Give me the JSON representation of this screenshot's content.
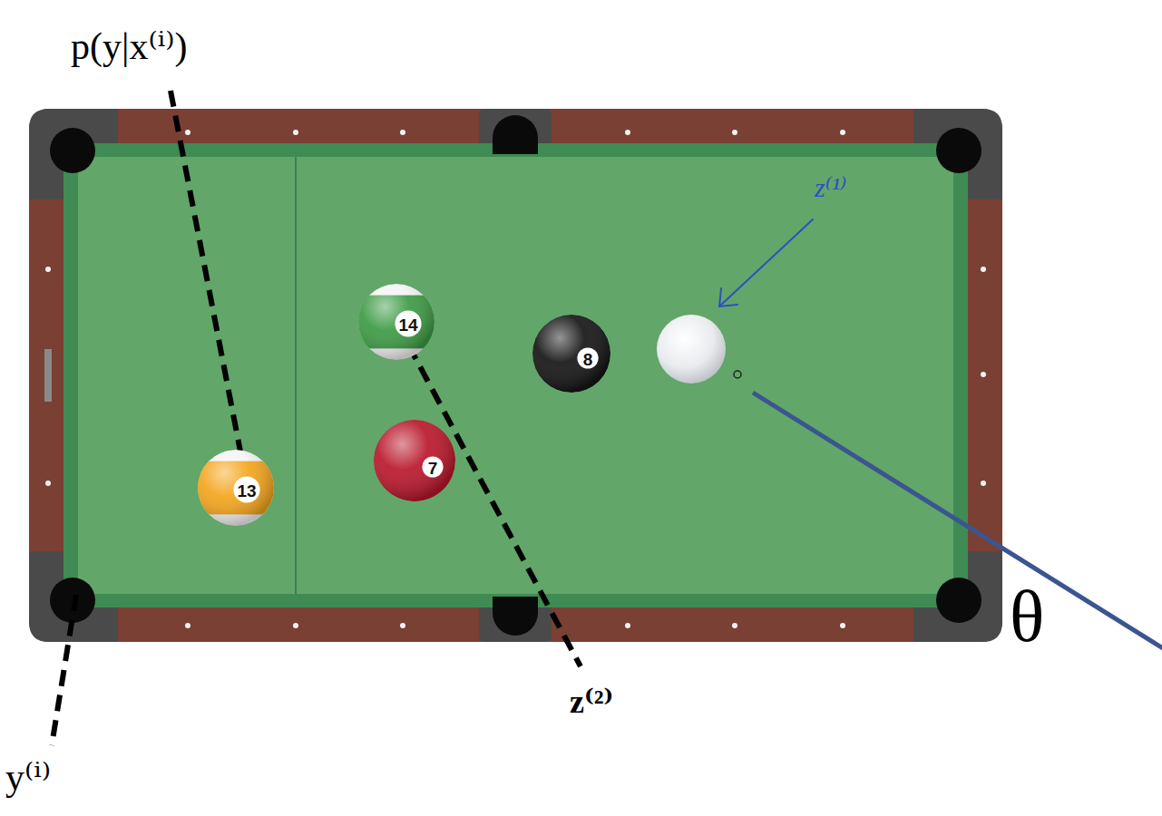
{
  "diagram": {
    "nodes": [
      {
        "text": [
          "14"
        ]
      },
      {
        "text": [
          "8"
        ]
      },
      {
        "text": [
          "7"
        ]
      },
      {
        "text": [
          "13"
        ]
      }
    ],
    "labels": [
      "p(y|x⁽ⁱ⁾)",
      "z⁽¹⁾",
      "θ",
      "z⁽²⁾",
      "y⁽ⁱ⁾"
    ]
  }
}
